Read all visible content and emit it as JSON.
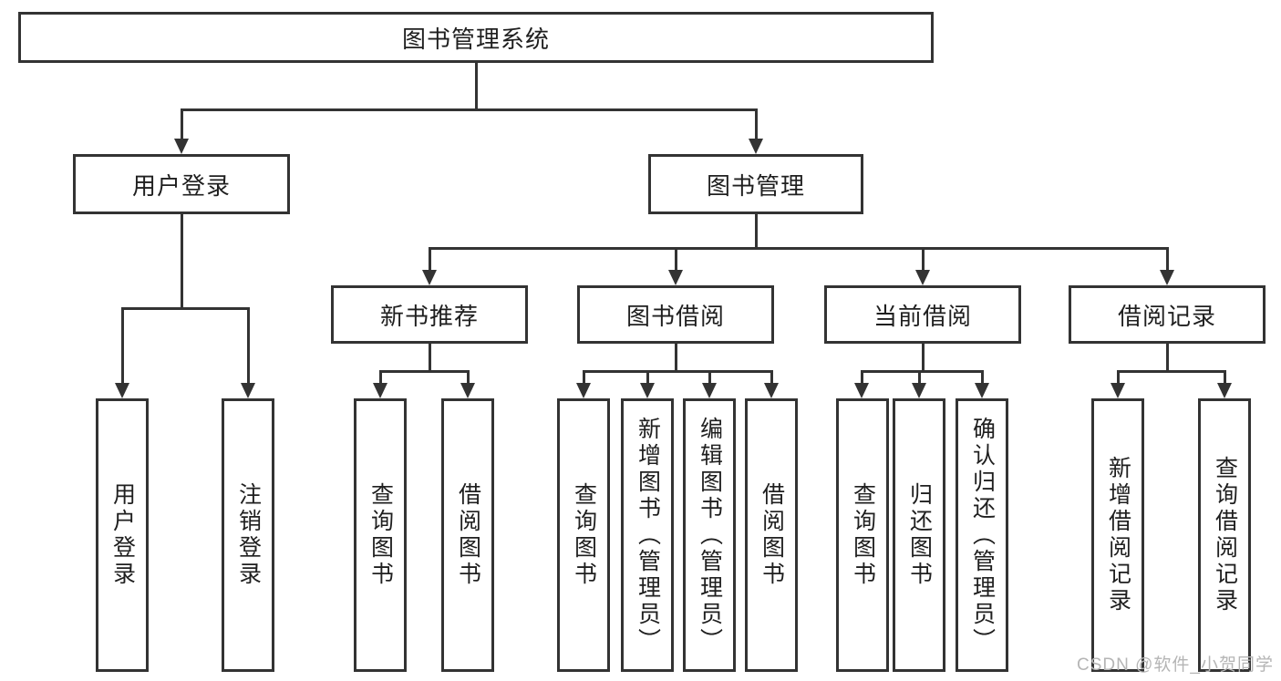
{
  "diagram": {
    "type": "hierarchy-tree",
    "root": {
      "label": "图书管理系统",
      "children": [
        {
          "label": "用户登录",
          "children": [
            {
              "label": "用户登录"
            },
            {
              "label": "注销登录"
            }
          ]
        },
        {
          "label": "图书管理",
          "children": [
            {
              "label": "新书推荐",
              "children": [
                {
                  "label": "查询图书"
                },
                {
                  "label": "借阅图书"
                }
              ]
            },
            {
              "label": "图书借阅",
              "children": [
                {
                  "label": "查询图书"
                },
                {
                  "label": "新增图书（管理员）"
                },
                {
                  "label": "编辑图书（管理员）"
                },
                {
                  "label": "借阅图书"
                }
              ]
            },
            {
              "label": "当前借阅",
              "children": [
                {
                  "label": "查询图书"
                },
                {
                  "label": "归还图书"
                },
                {
                  "label": "确认归还（管理员）"
                }
              ]
            },
            {
              "label": "借阅记录",
              "children": [
                {
                  "label": "新增借阅记录"
                },
                {
                  "label": "查询借阅记录"
                }
              ]
            }
          ]
        }
      ]
    },
    "colors": {
      "line": "#333333",
      "text": "#1f1f1f",
      "background": "#ffffff",
      "watermark": "#b5b5b5"
    }
  },
  "watermark": {
    "text": "CSDN @软件_小贺同学"
  }
}
